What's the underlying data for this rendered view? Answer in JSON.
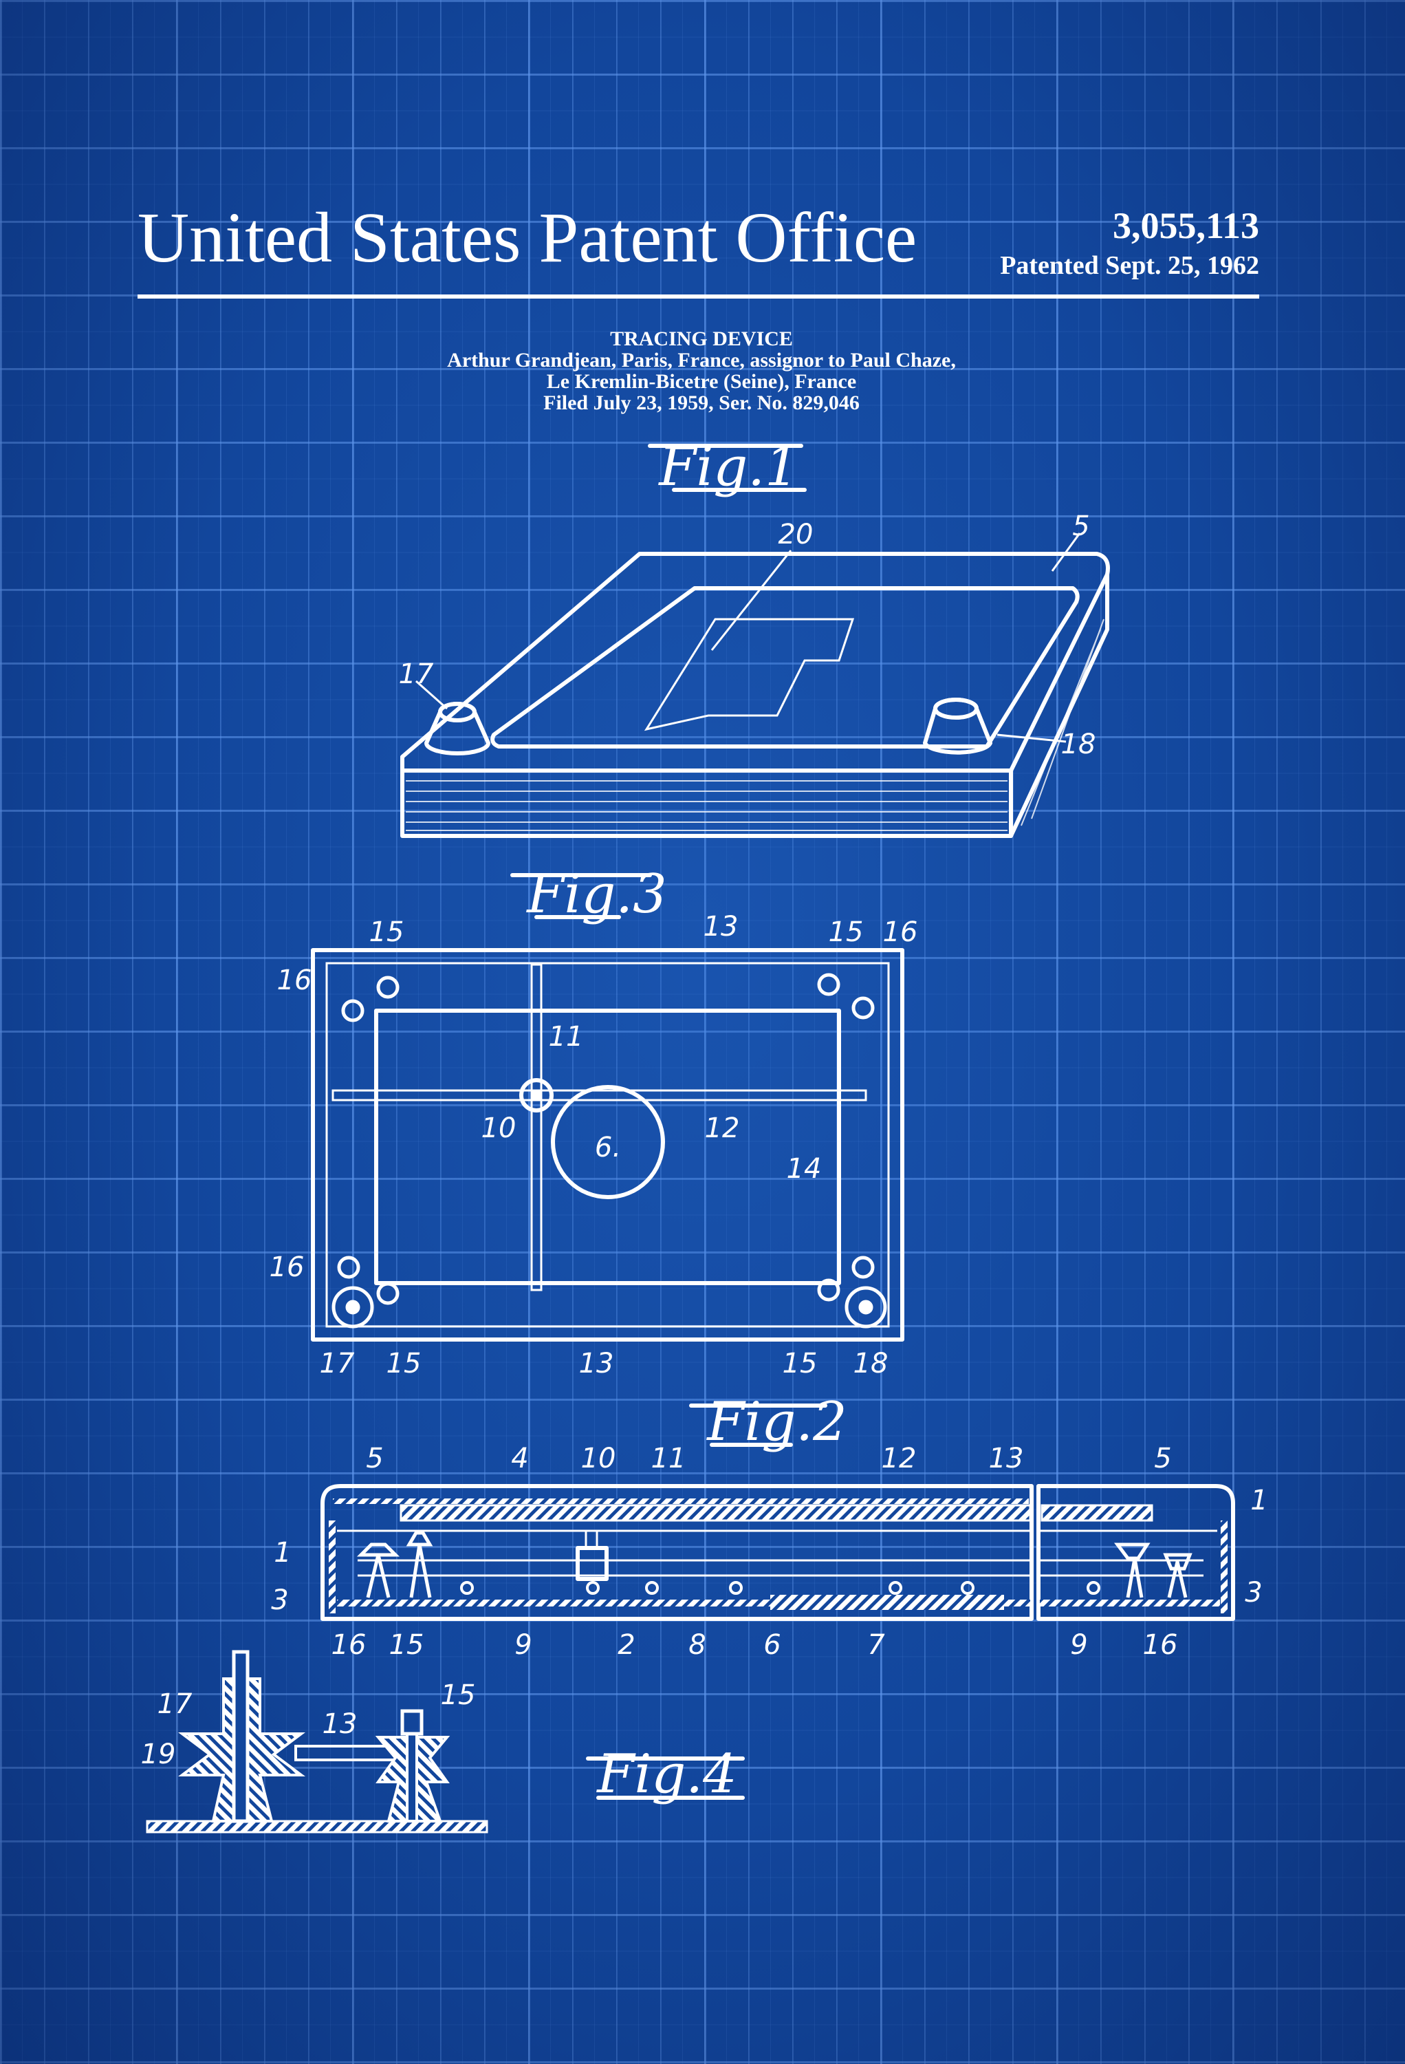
{
  "header": {
    "office": "United States Patent Office",
    "patent_number": "3,055,113",
    "patented_date": "Patented Sept. 25, 1962"
  },
  "title_block": {
    "title": "TRACING DEVICE",
    "inventor_line": "Arthur Grandjean, Paris, France, assignor to Paul Chaze,",
    "location_line": "Le Kremlin-Bicetre (Seine), France",
    "filed_line": "Filed July 23, 1959, Ser. No. 829,046"
  },
  "colors": {
    "background": "#12469c",
    "grid": "#5f96eb",
    "ink": "#ffffff"
  },
  "figures": {
    "fig1": {
      "caption": "Fig.1",
      "labels": [
        "20",
        "5",
        "17",
        "18"
      ]
    },
    "fig3": {
      "caption": "Fig.3",
      "labels": [
        "15",
        "13",
        "15",
        "16",
        "16",
        "11",
        "10",
        "12",
        "6.",
        "14",
        "16",
        "17",
        "15",
        "13",
        "15",
        "18"
      ]
    },
    "fig2": {
      "caption": "Fig.2",
      "labels": [
        "5",
        "4",
        "10",
        "11",
        "12",
        "13",
        "5",
        "1",
        "1",
        "3",
        "3",
        "16",
        "15",
        "9",
        "2",
        "8",
        "6",
        "7",
        "9",
        "16"
      ]
    },
    "fig4": {
      "caption": "Fig.4",
      "labels": [
        "17",
        "19",
        "13",
        "15"
      ]
    }
  }
}
